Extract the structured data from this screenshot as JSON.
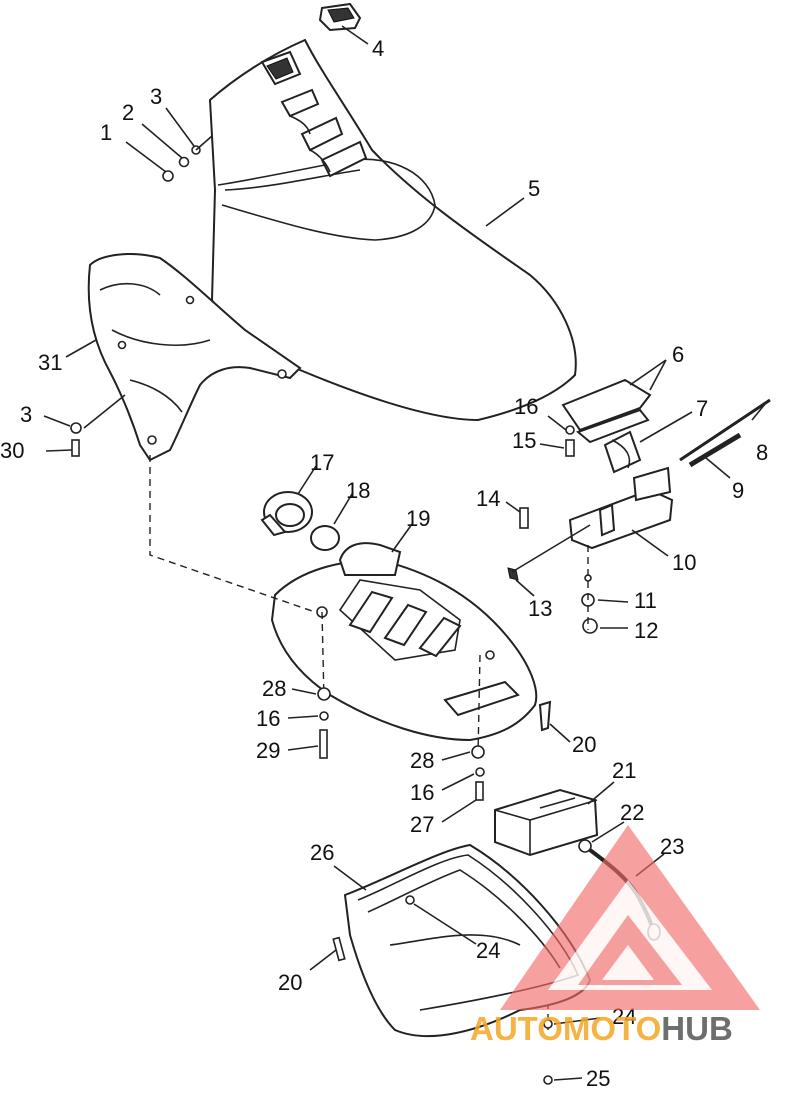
{
  "callouts": {
    "c1": "1",
    "c2": "2",
    "c3a": "3",
    "c4": "4",
    "c5": "5",
    "c31": "31",
    "c3b": "3",
    "c30": "30",
    "c6": "6",
    "c7": "7",
    "c8": "8",
    "c9": "9",
    "c16a": "16",
    "c15": "15",
    "c14": "14",
    "c10": "10",
    "c13": "13",
    "c11": "11",
    "c12": "12",
    "c17": "17",
    "c18": "18",
    "c19": "19",
    "c28a": "28",
    "c16b": "16",
    "c29": "29",
    "c20a": "20",
    "c28b": "28",
    "c16c": "16",
    "c27": "27",
    "c21": "21",
    "c22": "22",
    "c23": "23",
    "c26": "26",
    "c24a": "24",
    "c20b": "20",
    "c24b": "24",
    "c25": "25"
  },
  "watermark": {
    "text_part1": "AUTO",
    "text_part2": "MOTO",
    "text_part3": "HUB",
    "color_triangle": "#f26b6b",
    "color_auto": "#f5a623",
    "color_moto": "#f5a623",
    "color_hub": "#555555"
  }
}
